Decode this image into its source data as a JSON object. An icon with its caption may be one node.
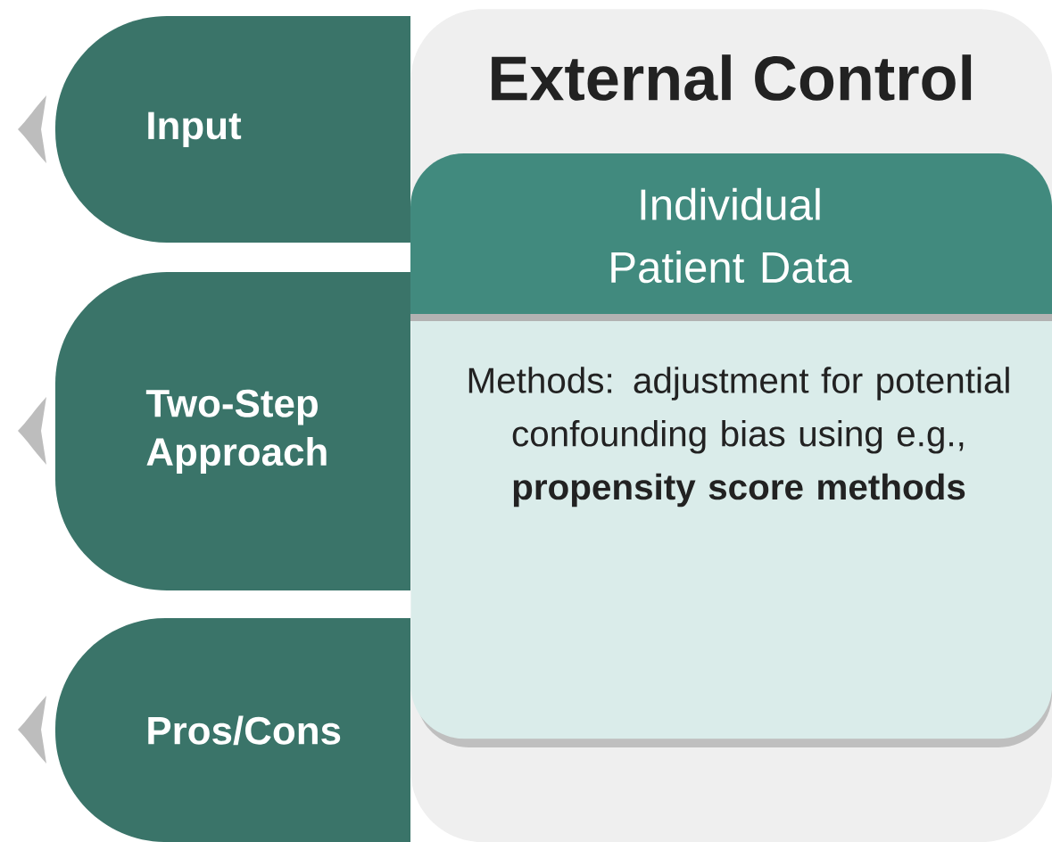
{
  "diagram": {
    "nodes": [
      {
        "text": [
          "Input"
        ]
      },
      {
        "text": [
          "Two-Step Approach"
        ]
      },
      {
        "text": [
          "Pros/Cons"
        ]
      },
      {
        "text": [
          "External Control"
        ]
      },
      {
        "text": [
          "Individual Patient Data",
          "Methods: adjustment for potential confounding bias using e.g., **propensity score methods**"
        ],
        "in": 3
      }
    ]
  }
}
